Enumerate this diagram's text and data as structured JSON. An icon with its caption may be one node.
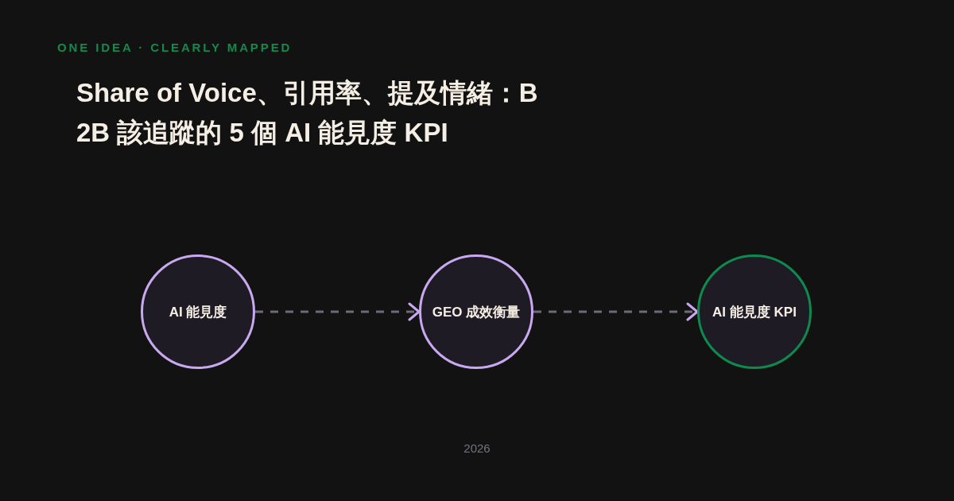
{
  "diagram": {
    "title": "Share of Voice、引用率、提及情緒：B2B 該追蹤的 5 個 AI 能見度 KPI",
    "nodes": [
      {
        "text": [
          "AI 能見度"
        ]
      },
      {
        "text": [
          "GEO 成效衡量"
        ]
      },
      {
        "text": [
          "AI 能見度 KPI"
        ]
      }
    ],
    "edges": [
      {
        "from": 0,
        "to": 1,
        "arrow": "to",
        "style": "dashed"
      },
      {
        "from": 1,
        "to": 2,
        "arrow": "to",
        "style": "dashed"
      }
    ],
    "labels": [
      "ONE IDEA · CLEARLY MAPPED",
      "2026"
    ]
  }
}
